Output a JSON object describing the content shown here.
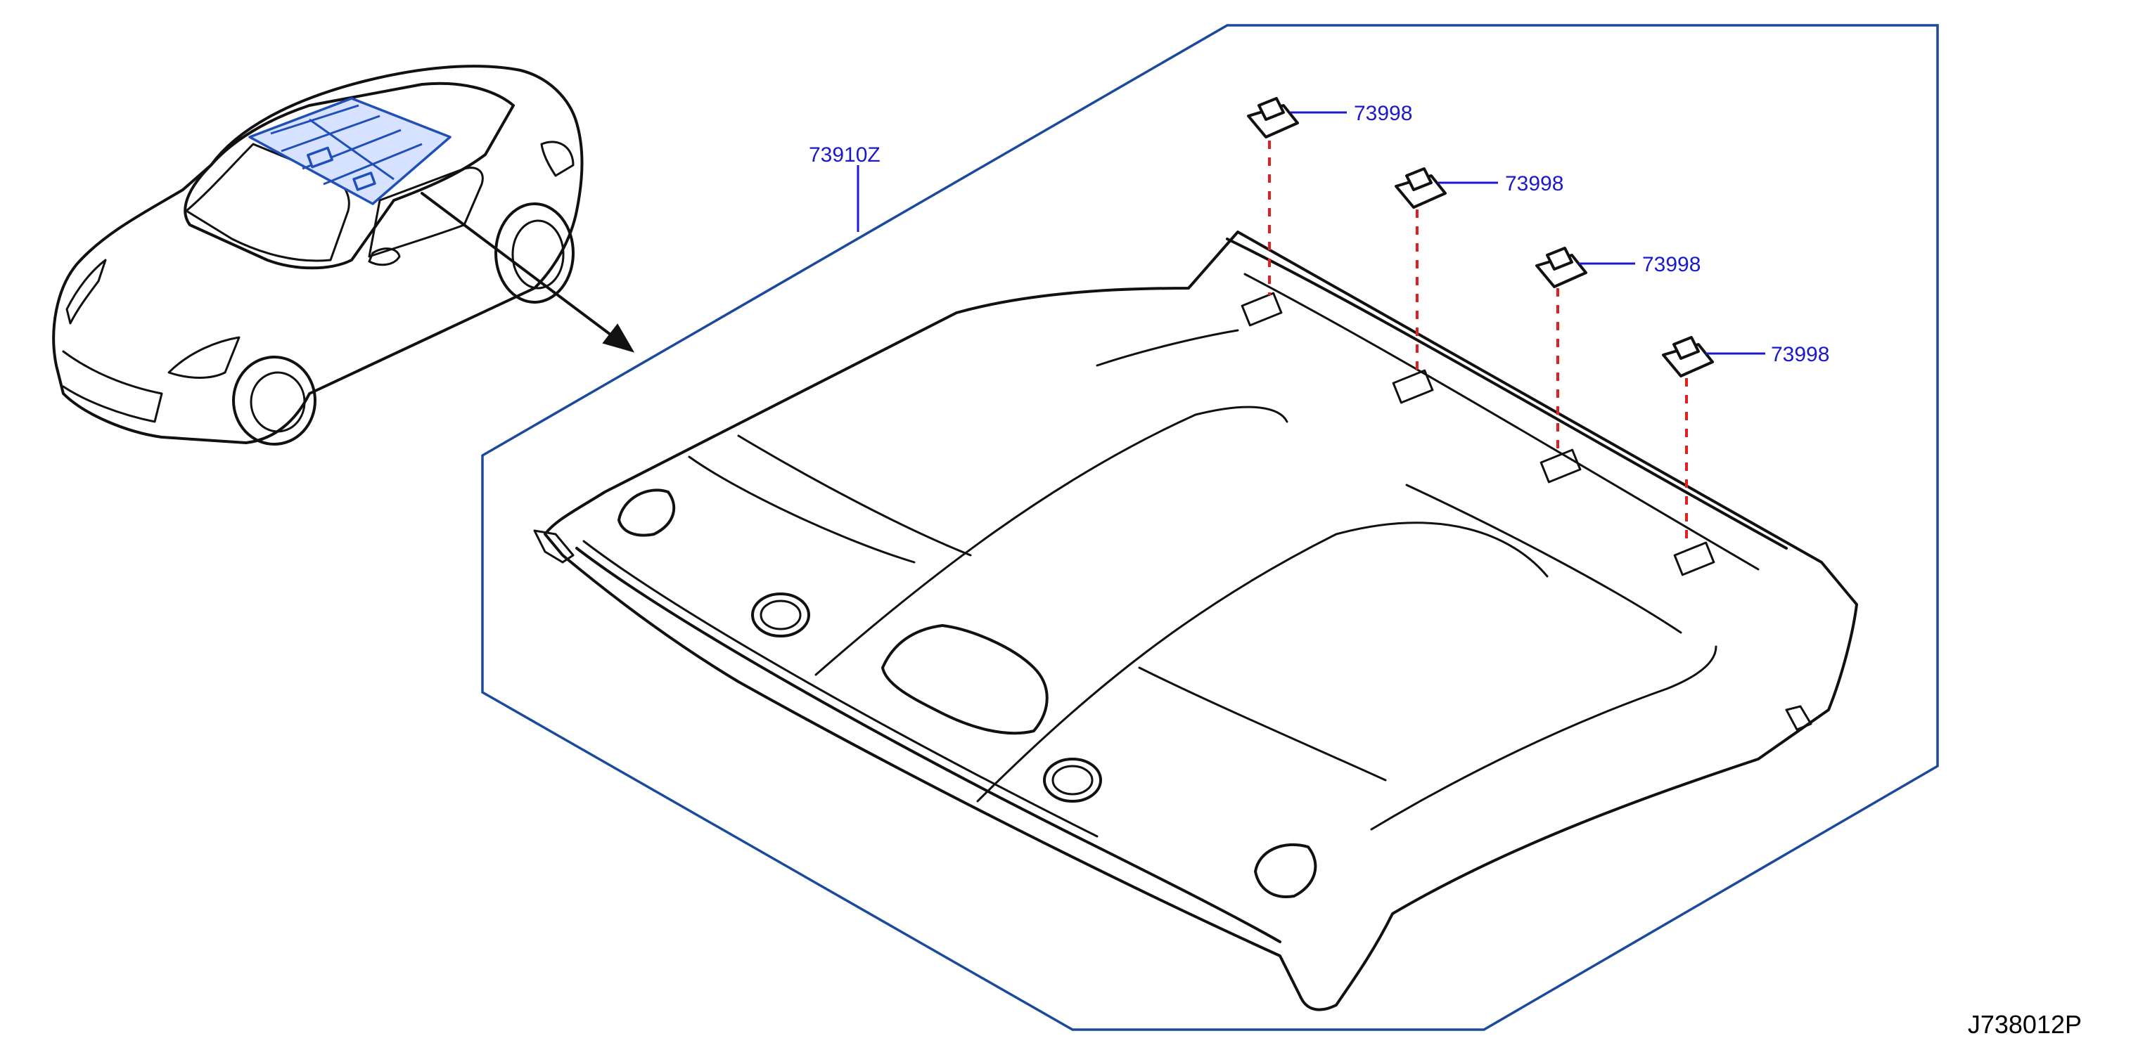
{
  "diagram": {
    "callouts": [
      {
        "id": "headlining",
        "label": "73910Z"
      },
      {
        "id": "clip-1",
        "label": "73998"
      },
      {
        "id": "clip-2",
        "label": "73998"
      },
      {
        "id": "clip-3",
        "label": "73998"
      },
      {
        "id": "clip-4",
        "label": "73998"
      }
    ],
    "diagram_id": "J738012P",
    "colors": {
      "callout_text": "#1a1acc",
      "frame": "#1b4a9c",
      "highlight": "#1f4fb8",
      "install_dash": "#e02020",
      "ink": "#111111"
    }
  }
}
